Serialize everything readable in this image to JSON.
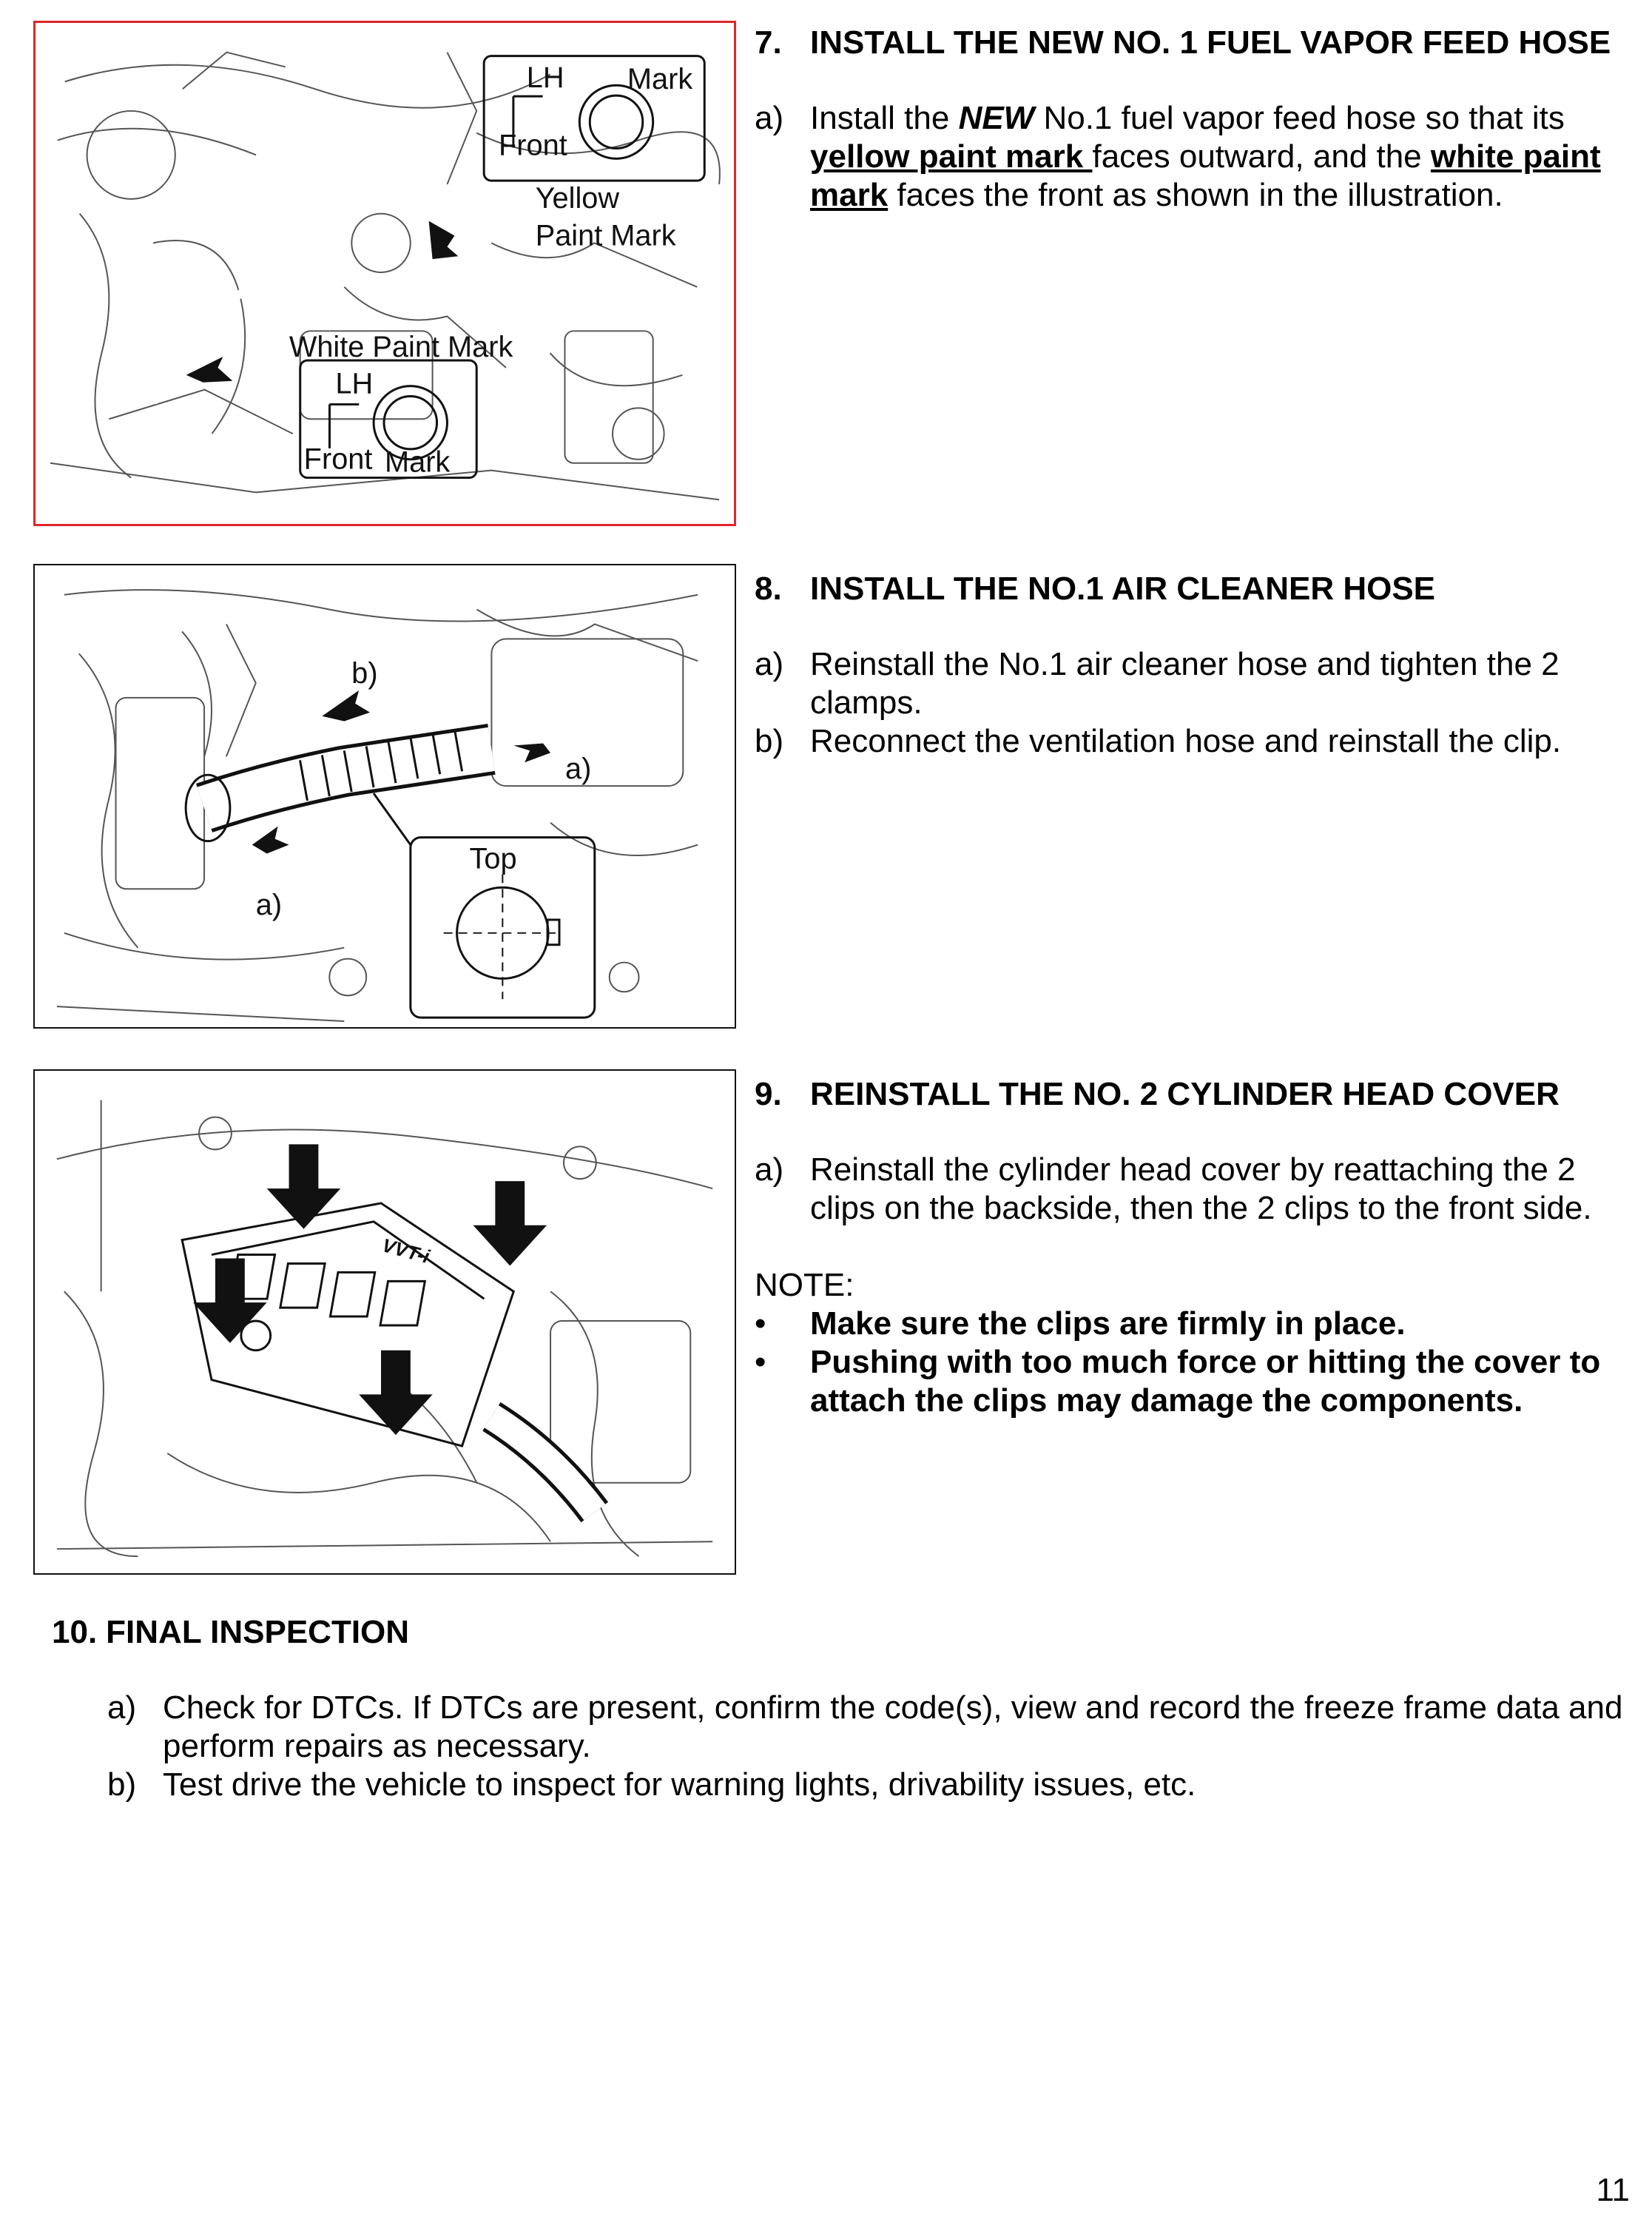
{
  "sections": [
    {
      "number": "7.",
      "title": "INSTALL THE NEW NO. 1 FUEL VAPOR FEED HOSE",
      "steps": [
        {
          "label": "a)",
          "parts": [
            "Install the ",
            "NEW",
            " No.1 fuel vapor feed hose so that its ",
            "yellow paint mark ",
            "faces outward, and the ",
            "white paint mark",
            " faces the front as shown in the illustration."
          ]
        }
      ],
      "figure_labels": {
        "lh": "LH",
        "front": "Front",
        "mark": "Mark",
        "yellow": "Yellow",
        "paint_mark": "Paint Mark",
        "white_paint_mark": "White Paint Mark",
        "lh2": "LH",
        "front2": "Front",
        "mark2": "Mark"
      }
    },
    {
      "number": "8.",
      "title": "INSTALL THE NO.1 AIR CLEANER HOSE",
      "steps": [
        {
          "label": "a)",
          "text": "Reinstall the No.1 air cleaner hose and tighten the 2 clamps."
        },
        {
          "label": "b)",
          "text": "Reconnect the ventilation hose and reinstall the clip."
        }
      ],
      "figure_labels": {
        "b": "b)",
        "a1": "a)",
        "a2": "a)",
        "top": "Top"
      }
    },
    {
      "number": "9.",
      "title": "REINSTALL THE NO. 2 CYLINDER HEAD COVER",
      "steps": [
        {
          "label": "a)",
          "text": "Reinstall the cylinder head cover by reattaching the 2 clips on the backside, then the 2 clips to the front side."
        }
      ],
      "note": {
        "heading": "NOTE:",
        "bullets": [
          "Make sure the clips are firmly in place.",
          "Pushing with too much force or hitting the cover to attach the clips may damage the components."
        ]
      },
      "figure_labels": {
        "vvti": "VVT-i"
      }
    },
    {
      "number": "10.",
      "title": "FINAL INSPECTION",
      "steps": [
        {
          "label": "a)",
          "text": "Check for DTCs. If DTCs are present, confirm the code(s), view and record the freeze frame data and perform repairs as necessary."
        },
        {
          "label": "b)",
          "text": "Test drive the vehicle to inspect for warning lights, drivability issues, etc."
        }
      ]
    }
  ],
  "page_number": "11",
  "bullet_glyph": "•",
  "colors": {
    "highlight_border": "#e0262b",
    "text": "#000000"
  }
}
